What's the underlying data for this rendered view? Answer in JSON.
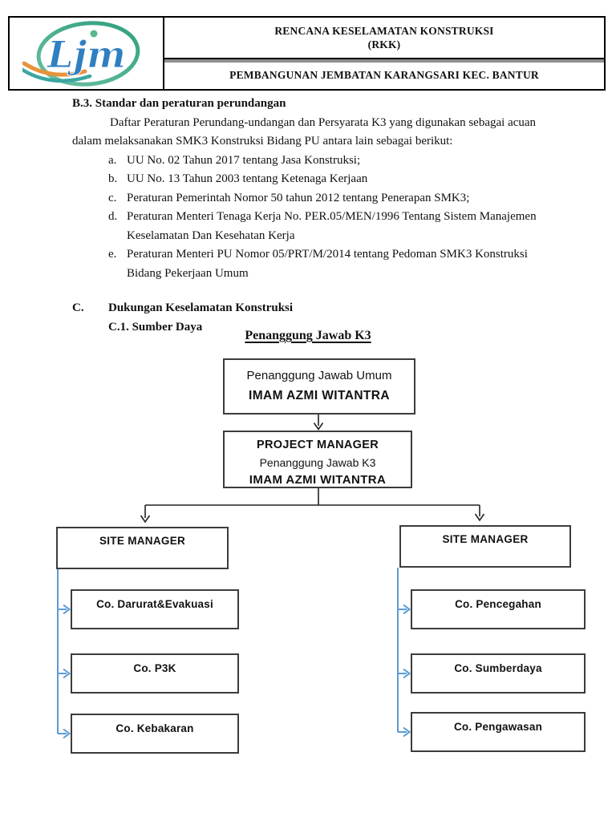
{
  "header": {
    "logo_name": "LJM logo",
    "logo_text": "Ljm",
    "title_line1": "RENCANA KESELAMATAN KONSTRUKSI",
    "title_line2": "(RKK)",
    "subtitle": "PEMBANGUNAN JEMBATAN KARANGSARI KEC. BANTUR"
  },
  "body": {
    "b3_heading": "B.3. Standar dan peraturan perundangan",
    "para_line1": "Daftar Peraturan Perundang-undangan dan Persyarata K3 yang digunakan sebagai acuan",
    "para_line2": "dalam melaksanakan SMK3 Konstruksi Bidang PU antara lain sebagai berikut:",
    "list": [
      {
        "marker": "a.",
        "line1": "UU No. 02 Tahun 2017 tentang Jasa Konstruksi;",
        "line2": ""
      },
      {
        "marker": "b.",
        "line1": "UU No. 13 Tahun 2003 tentang Ketenaga Kerjaan",
        "line2": ""
      },
      {
        "marker": "c.",
        "line1": "Peraturan Pemerintah Nomor 50 tahun 2012 tentang Penerapan SMK3;",
        "line2": ""
      },
      {
        "marker": "d.",
        "line1": "Peraturan Menteri Tenaga Kerja No. PER.05/MEN/1996 Tentang Sistem Manajemen",
        "line2": "Keselamatan Dan Kesehatan Kerja"
      },
      {
        "marker": "e.",
        "line1": "Peraturan Menteri PU Nomor 05/PRT/M/2014 tentang Pedoman SMK3 Konstruksi",
        "line2": "Bidang Pekerjaan Umum"
      }
    ],
    "c_marker": "C.",
    "c_heading": "Dukungan Keselamatan Konstruksi",
    "c1_heading": "C.1. Sumber Daya"
  },
  "org_chart": {
    "title": "Penanggung Jawab K3",
    "top_box": {
      "role": "Penanggung Jawab Umum",
      "name": "IMAM AZMI WITANTRA"
    },
    "pm_box": {
      "role1": "PROJECT MANAGER",
      "role2": "Penanggung Jawab K3",
      "name": "IMAM AZMI WITANTRA"
    },
    "site_manager_left": "SITE MANAGER",
    "site_manager_right": "SITE MANAGER",
    "left_units": [
      "Co. Darurat&Evakuasi",
      "Co. P3K",
      "Co. Kebakaran"
    ],
    "right_units": [
      "Co. Pencegahan",
      "Co. Sumberdaya",
      "Co. Pengawasan"
    ]
  },
  "colors": {
    "connector_blue": "#5b9bd5",
    "box_border": "#3c3c3c",
    "logo_blue": "#2f7fc1",
    "logo_green": "#2e9e7e",
    "logo_teal": "#3aa6a0",
    "logo_orange": "#e8923a",
    "header_divider_gray": "#8f8f8f"
  }
}
